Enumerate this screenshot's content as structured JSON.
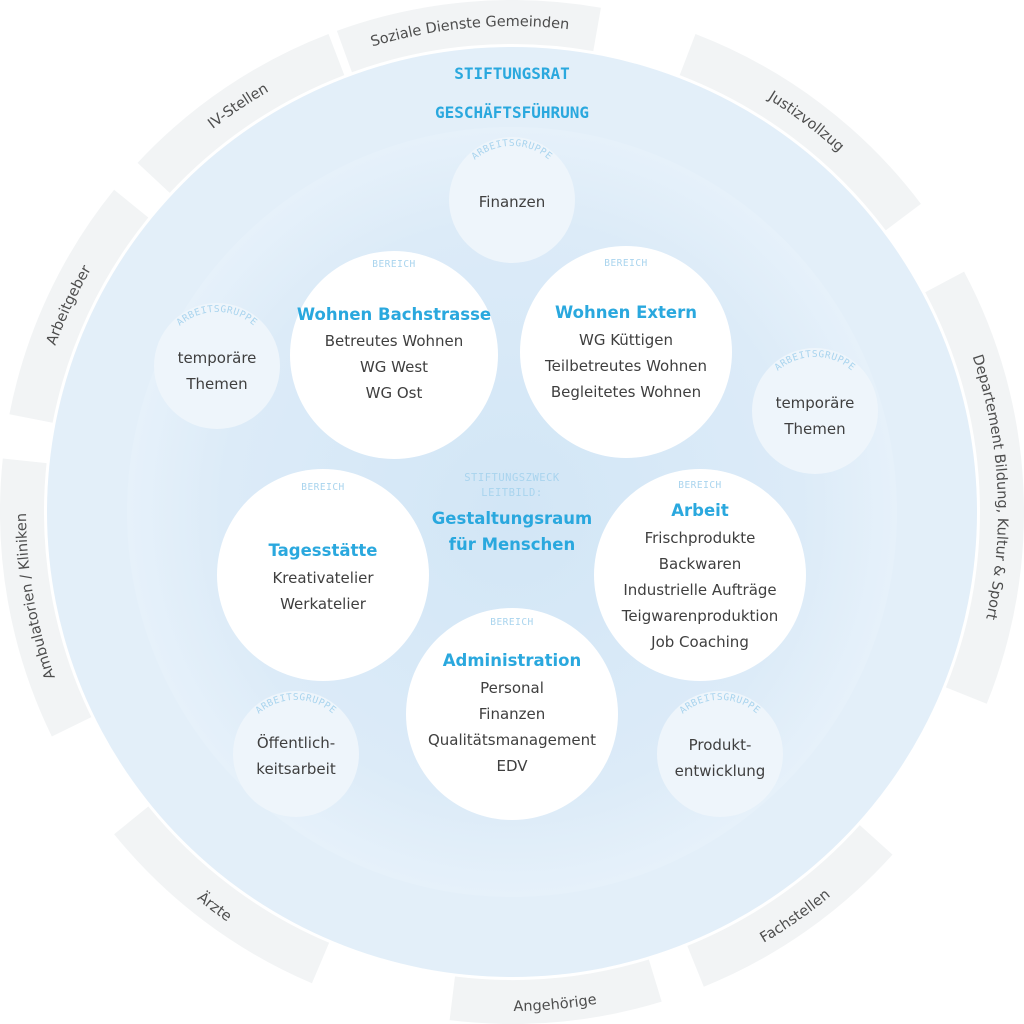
{
  "outer_segments": [
    "Soziale Dienste Gemeinden",
    "Justizvollzug",
    "Departement Bildung, Kultur & Sport",
    "Fachstellen",
    "Angehörige",
    "Ärzte",
    "Ambulatorien / Kliniken",
    "Arbeitgeber",
    "IV-Stellen"
  ],
  "governance": {
    "stiftungsrat": "STIFTUNGSRAT",
    "geschaeftsfuehrung": "GESCHÄFTSFÜHRUNG"
  },
  "center": {
    "line1": "STIFTUNGSZWECK",
    "line2": "LEITBILD:",
    "title_line1": "Gestaltungsraum",
    "title_line2": "für Menschen"
  },
  "bereiche": [
    {
      "id": "wohnen-bachstrasse",
      "tag": "BEREICH",
      "title": "Wohnen Bachstrasse",
      "items": [
        "Betreutes Wohnen",
        "WG West",
        "WG Ost"
      ]
    },
    {
      "id": "wohnen-extern",
      "tag": "BEREICH",
      "title": "Wohnen Extern",
      "items": [
        "WG Küttigen",
        "Teilbetreutes Wohnen",
        "Begleitetes Wohnen"
      ]
    },
    {
      "id": "tagesstaette",
      "tag": "BEREICH",
      "title": "Tagesstätte",
      "items": [
        "Kreativatelier",
        "Werkatelier"
      ]
    },
    {
      "id": "arbeit",
      "tag": "BEREICH",
      "title": "Arbeit",
      "items": [
        "Frischprodukte",
        "Backwaren",
        "Industrielle Aufträge",
        "Teigwarenproduktion",
        "Job Coaching"
      ]
    },
    {
      "id": "administration",
      "tag": "BEREICH",
      "title": "Administration",
      "items": [
        "Personal",
        "Finanzen",
        "Qualitätsmanagement",
        "EDV"
      ]
    }
  ],
  "arbeitsgruppen": [
    {
      "id": "finanzen",
      "tag": "ARBEITSGRUPPE",
      "lines": [
        "Finanzen"
      ]
    },
    {
      "id": "temporaere-themen-left",
      "tag": "ARBEITSGRUPPE",
      "lines": [
        "temporäre",
        "Themen"
      ]
    },
    {
      "id": "temporaere-themen-right",
      "tag": "ARBEITSGRUPPE",
      "lines": [
        "temporäre",
        "Themen"
      ]
    },
    {
      "id": "oeffentlichkeitsarbeit",
      "tag": "ARBEITSGRUPPE",
      "lines": [
        "Öffentlich-",
        "keitsarbeit"
      ]
    },
    {
      "id": "produktentwicklung",
      "tag": "ARBEITSGRUPPE",
      "lines": [
        "Produkt-",
        "entwicklung"
      ]
    }
  ],
  "colors": {
    "accent": "#2aa8de",
    "outer_ring": "#f2f4f5",
    "circle_light": "#e2effa",
    "circle_mid": "#d8eaf7",
    "bereich_fill": "#ffffff",
    "arbeitsgruppe_fill": "#eef5fb",
    "text": "#3f3f3f"
  }
}
